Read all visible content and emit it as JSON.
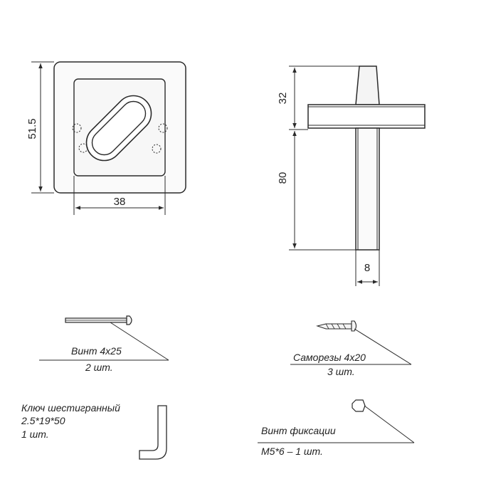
{
  "plate": {
    "height_label": "51.5",
    "width_label": "38"
  },
  "pin": {
    "head_height_label": "32",
    "shaft_length_label": "80",
    "diameter_label": "8"
  },
  "parts": {
    "screw": {
      "name": "Винт 4x25",
      "qty": "2 шт."
    },
    "self_tapping": {
      "name": "Саморезы 4x20",
      "qty": "3 шт."
    },
    "hex_key": {
      "name": "Ключ шестигранный",
      "size": "2.5*19*50",
      "qty": "1 шт."
    },
    "set_screw": {
      "name": "Винт фиксации",
      "qty": "M5*6 – 1 шт."
    }
  },
  "colors": {
    "line": "#2a2a2a",
    "fill": "#f4f4f4"
  }
}
